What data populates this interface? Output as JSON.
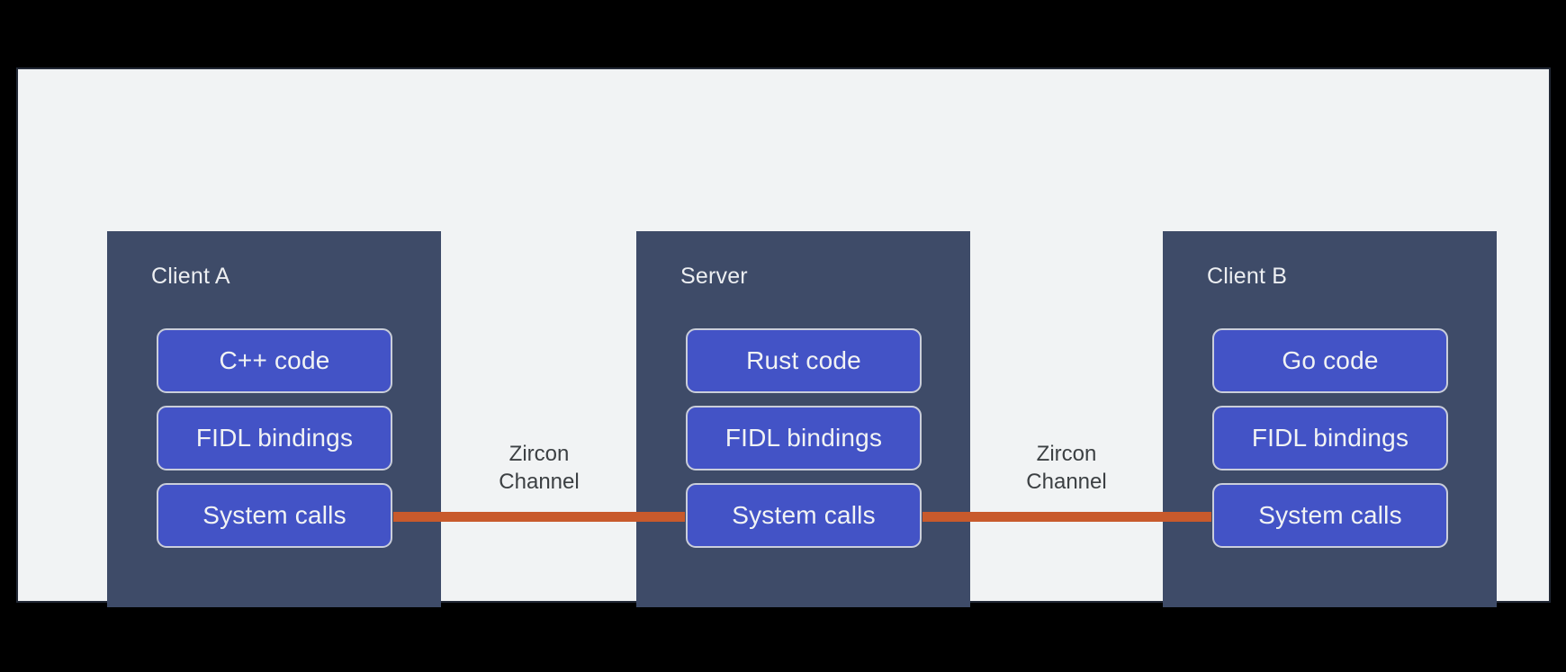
{
  "diagram": {
    "panels": [
      {
        "title": "Client A",
        "layers": [
          "C++ code",
          "FIDL bindings",
          "System calls"
        ]
      },
      {
        "title": "Server",
        "layers": [
          "Rust code",
          "FIDL bindings",
          "System calls"
        ]
      },
      {
        "title": "Client B",
        "layers": [
          "Go code",
          "FIDL bindings",
          "System calls"
        ]
      }
    ],
    "channels": [
      {
        "label": "Zircon\nChannel"
      },
      {
        "label": "Zircon\nChannel"
      }
    ],
    "colors": {
      "page_bg": "#000000",
      "canvas_bg": "#F1F3F4",
      "canvas_border": "#222936",
      "panel_bg": "#3E4B68",
      "layer_bg": "#4353C6",
      "layer_border": "#CACEDA",
      "layer_text": "#F1F3F4",
      "title_text": "#ECEEF1",
      "channel_line": "#C85A2C",
      "channel_text": "#3C4043"
    }
  }
}
